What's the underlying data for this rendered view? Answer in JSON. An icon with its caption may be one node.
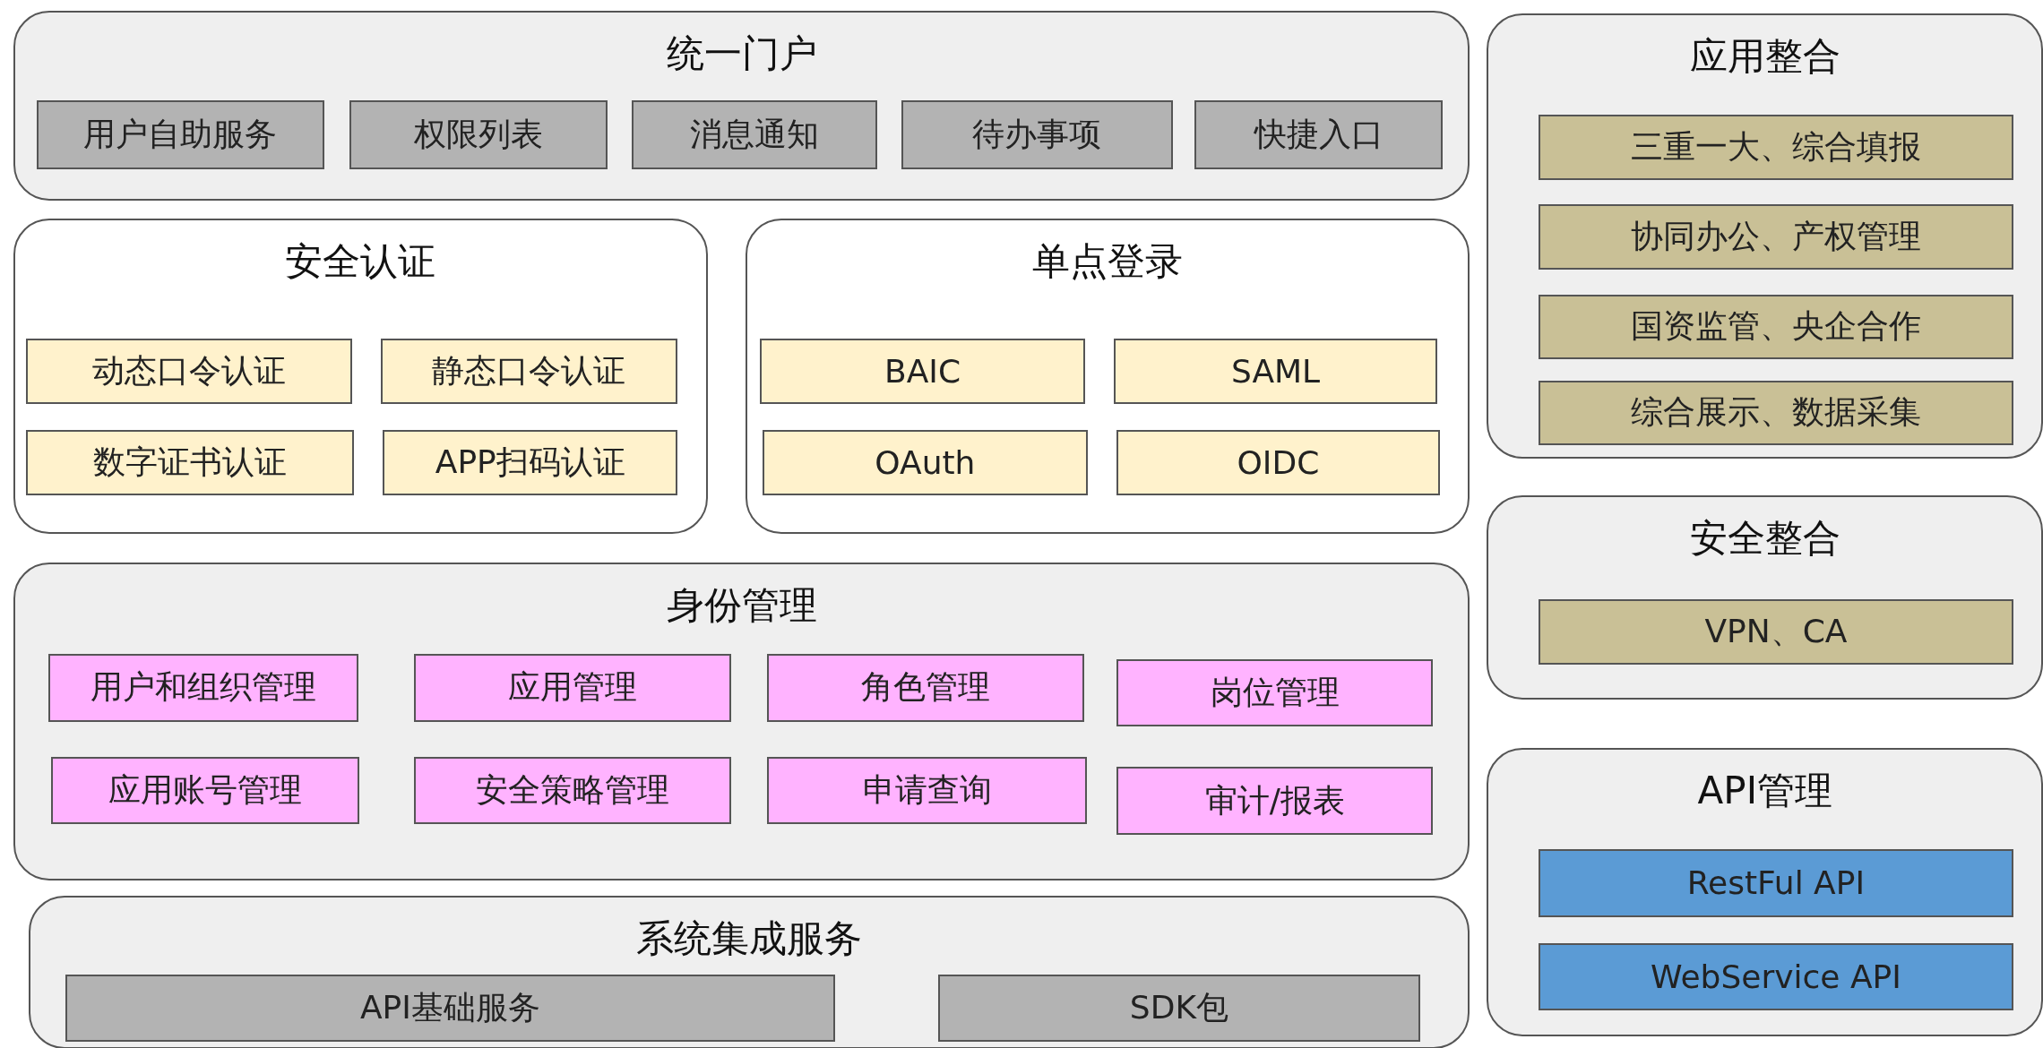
{
  "diagram": {
    "nodes": [
      {
        "text": [
          "统一门户"
        ]
      },
      {
        "text": [
          "用户自助服务"
        ],
        "in": 0
      },
      {
        "text": [
          "权限列表"
        ],
        "in": 0
      },
      {
        "text": [
          "消息通知"
        ],
        "in": 0
      },
      {
        "text": [
          "待办事项"
        ],
        "in": 0
      },
      {
        "text": [
          "快捷入口"
        ],
        "in": 0
      },
      {
        "text": [
          "安全认证"
        ]
      },
      {
        "text": [
          "动态口令认证"
        ],
        "in": 6
      },
      {
        "text": [
          "静态口令认证"
        ],
        "in": 6
      },
      {
        "text": [
          "数字证书认证"
        ],
        "in": 6
      },
      {
        "text": [
          "APP扫码认证"
        ],
        "in": 6
      },
      {
        "text": [
          "单点登录"
        ]
      },
      {
        "text": [
          "BAIC"
        ],
        "in": 11
      },
      {
        "text": [
          "SAML"
        ],
        "in": 11
      },
      {
        "text": [
          "OAuth"
        ],
        "in": 11
      },
      {
        "text": [
          "OIDC"
        ],
        "in": 11
      },
      {
        "text": [
          "身份管理"
        ]
      },
      {
        "text": [
          "用户和组织管理"
        ],
        "in": 16
      },
      {
        "text": [
          "应用管理"
        ],
        "in": 16
      },
      {
        "text": [
          "角色管理"
        ],
        "in": 16
      },
      {
        "text": [
          "岗位管理"
        ],
        "in": 16
      },
      {
        "text": [
          "应用账号管理"
        ],
        "in": 16
      },
      {
        "text": [
          "安全策略管理"
        ],
        "in": 16
      },
      {
        "text": [
          "申请查询"
        ],
        "in": 16
      },
      {
        "text": [
          "审计/报表"
        ],
        "in": 16
      },
      {
        "text": [
          "系统集成服务"
        ]
      },
      {
        "text": [
          "API基础服务"
        ],
        "in": 25
      },
      {
        "text": [
          "SDK包"
        ],
        "in": 25
      },
      {
        "text": [
          "应用整合"
        ]
      },
      {
        "text": [
          "三重一大、综合填报"
        ],
        "in": 28
      },
      {
        "text": [
          "协同办公、产权管理"
        ],
        "in": 28
      },
      {
        "text": [
          "国资监管、央企合作"
        ],
        "in": 28
      },
      {
        "text": [
          "综合展示、数据采集"
        ],
        "in": 28
      },
      {
        "text": [
          "安全整合"
        ]
      },
      {
        "text": [
          "VPN、CA"
        ],
        "in": 33
      },
      {
        "text": [
          "API管理"
        ]
      },
      {
        "text": [
          "RestFul API"
        ],
        "in": 35
      },
      {
        "text": [
          "WebService API"
        ],
        "in": 35
      }
    ]
  }
}
